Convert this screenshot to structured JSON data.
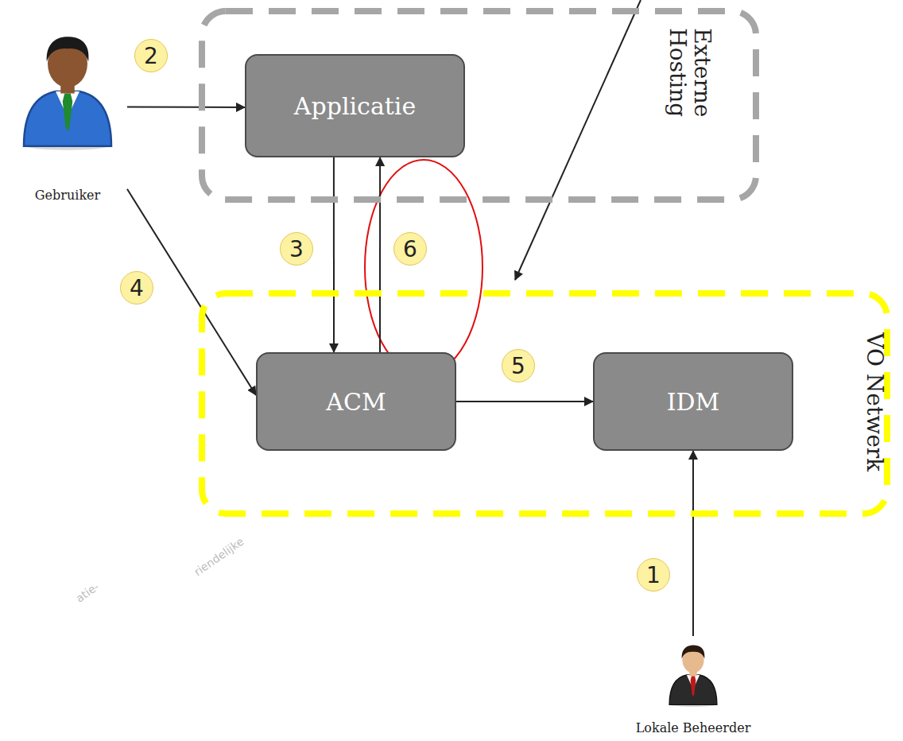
{
  "diagram": {
    "nodes": [
      {
        "text": [
          "Externe Hosting"
        ]
      },
      {
        "text": [
          "Applicatie"
        ],
        "in": 0
      },
      {
        "text": [
          "VO Netwerk"
        ]
      },
      {
        "text": [
          "ACM"
        ],
        "in": 2
      },
      {
        "text": [
          "IDM"
        ],
        "in": 2
      },
      {
        "text": [
          "Gebruiker"
        ]
      },
      {
        "text": [
          "Lokale Beheerder"
        ]
      }
    ],
    "edges": [
      {
        "from": 5,
        "to": 1,
        "arrow": "to"
      },
      {
        "from": 1,
        "to": 3,
        "arrow": "to"
      },
      {
        "from": 3,
        "to": 1,
        "arrow": "to"
      },
      {
        "from": 5,
        "to": 3,
        "arrow": "to"
      },
      {
        "from": 3,
        "to": 4,
        "arrow": "to"
      },
      {
        "from": 6,
        "to": 4,
        "arrow": "to"
      }
    ],
    "labels": [
      "2",
      "3",
      "6",
      "4",
      "5",
      "1",
      "atie-",
      "riendelijke"
    ]
  }
}
